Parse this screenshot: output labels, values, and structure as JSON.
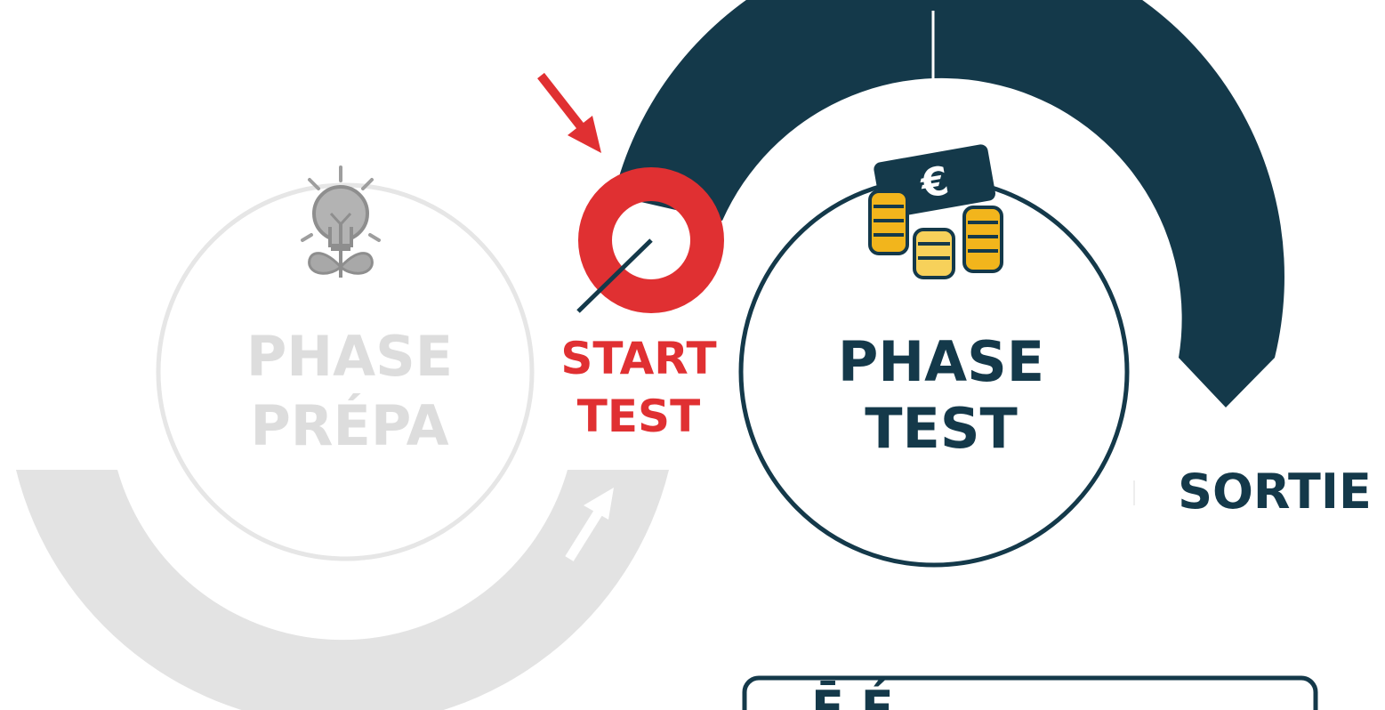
{
  "phases": {
    "prep": {
      "line1": "PHASE",
      "line2": "PRÉPA"
    },
    "start": {
      "line1": "START",
      "line2": "TEST"
    },
    "test": {
      "line1": "PHASE",
      "line2": "TEST"
    },
    "exit": {
      "label": "SORTIE"
    }
  },
  "icons": {
    "prep": "lightbulb-plant-icon",
    "test": "euro-bill-coins-icon",
    "start_marker": "red-ring-marker-icon",
    "pointer": "red-arrow-icon",
    "progress": "white-arrow-icon"
  },
  "colors": {
    "navy": "#14394a",
    "red": "#e03032",
    "grey_arc": "#e3e3e3",
    "grey_text": "#dddddd",
    "grey_circle": "#e6e6e6",
    "gold": "#f2b51c",
    "gold_light": "#f7d15a"
  },
  "bottom_box": {
    "partial_text": "Ē    É"
  }
}
